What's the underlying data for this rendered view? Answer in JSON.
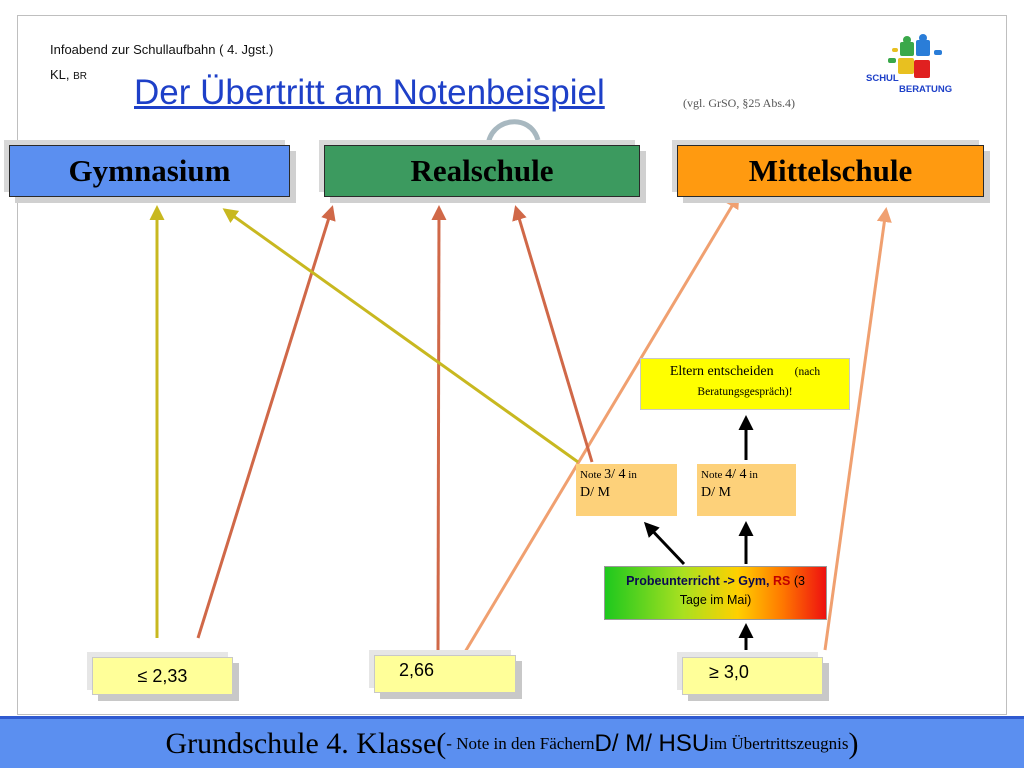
{
  "header": {
    "line1": "Infoabend zur Schullaufbahn ( 4. Jgst.)",
    "line2_main": "KL, ",
    "line2_small": "BR"
  },
  "title": {
    "main": "Der Übertritt am Notenbeispiel ",
    "ref": "(vgl. GrSO, §25 Abs.4)"
  },
  "logo": {
    "text1": "SCHUL",
    "text2": "BERATUNG",
    "colors": [
      "#2a7dd8",
      "#3aa84a",
      "#e8c020",
      "#e02020"
    ]
  },
  "schools": {
    "gymnasium": {
      "label": "Gymnasium",
      "color": "#5b8ff0"
    },
    "realschule": {
      "label": "Realschule",
      "color": "#3c9a5f"
    },
    "mittelschule": {
      "label": "Mittelschule",
      "color": "#ff9a10"
    }
  },
  "parents_box": {
    "main": "Eltern entscheiden",
    "paren_open": "(nach",
    "paren_rest": "Beratungsgespräch)!"
  },
  "note34": {
    "small": "Note ",
    "grade": "3/ 4",
    "small2": " in",
    "subjects": "D/ M"
  },
  "note44": {
    "small": "Note ",
    "grade": "4/ 4",
    "small2": " in",
    "subjects": "D/ M"
  },
  "probe": {
    "bold": "Probeunterricht -> Gym, ",
    "red": "RS",
    "rest": " (3",
    "line2": "Tage im Mai)"
  },
  "grades": {
    "g1": "≤  2,33",
    "g2": " 2,66",
    "g3": "≥  3,0"
  },
  "footer": {
    "main": "Grundschule 4. Klasse ",
    "paren_open": "(",
    "mid": " - Note in den Fächern ",
    "subjects": "D/ M/ HSU",
    "end": " im Übertrittszeugnis",
    "paren_close": ")"
  },
  "colors": {
    "arrow_gym": "#c8b820",
    "arrow_rs": "#d06848",
    "arrow_ms": "#f0a070",
    "arrow_black": "#000000"
  }
}
